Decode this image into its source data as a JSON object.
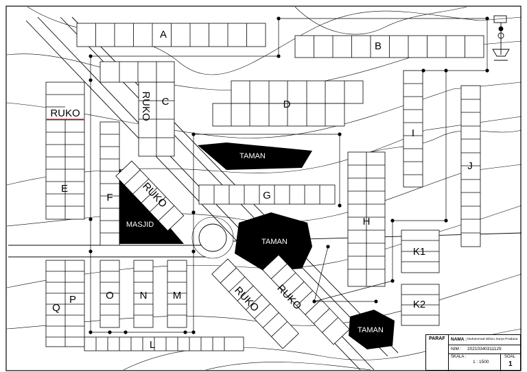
{
  "blocks": {
    "A": "A",
    "B": "B",
    "C": "C",
    "D": "D",
    "E": "E",
    "F": "F",
    "G": "G",
    "H": "H",
    "I": "I",
    "J": "J",
    "K1": "K1",
    "K2": "K2",
    "L": "L",
    "M": "M",
    "N": "N",
    "O": "O",
    "P": "P",
    "Q": "Q"
  },
  "labels": {
    "ruko": "RUKO",
    "masjid": "MASJID",
    "taman": "TAMAN"
  },
  "title_block": {
    "paraf_label": "PARAF",
    "nama_label": "NAMA :",
    "nama_value": "Muhammad Wisnu Surya Pradana",
    "nim_label": "NIM :",
    "nim_value": "20210340311129",
    "skala_label": "SKALA :",
    "skala_value": "1 : 1500",
    "soal_label": "SOAL",
    "soal_value": "1"
  },
  "colors": {
    "line": "#000000",
    "fill": "#000000",
    "ruko_underline": "#cc0000",
    "contour_label": "#e6e600"
  }
}
